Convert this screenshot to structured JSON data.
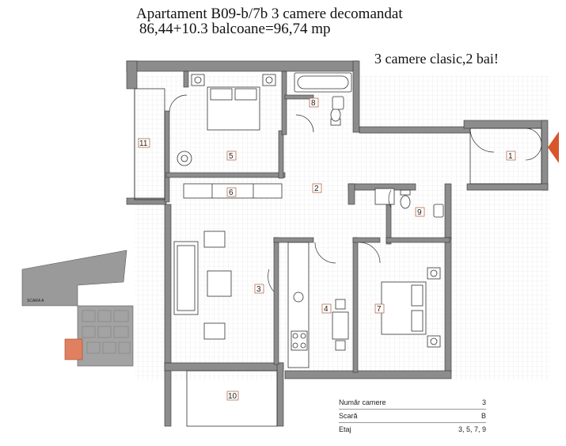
{
  "header": {
    "title_line1": "Apartament B09-b/7b 3 camere decomandat",
    "title_line2": "86,44+10.3 balcoane=96,74 mp",
    "tagline": "3 camere clasic,2 bai!"
  },
  "rooms": [
    "1",
    "2",
    "3",
    "4",
    "5",
    "6",
    "7",
    "8",
    "9",
    "10",
    "11"
  ],
  "keyplan": {
    "label": "SCARA A"
  },
  "info_table": [
    {
      "label": "Număr camere",
      "value": "3"
    },
    {
      "label": "Scară",
      "value": "B"
    },
    {
      "label": "Etaj",
      "value": "3, 5, 7, 9"
    }
  ],
  "colors": {
    "wall": "#8c8c8c",
    "highlight": "#e08060",
    "entry_arrow": "#d9552b"
  }
}
